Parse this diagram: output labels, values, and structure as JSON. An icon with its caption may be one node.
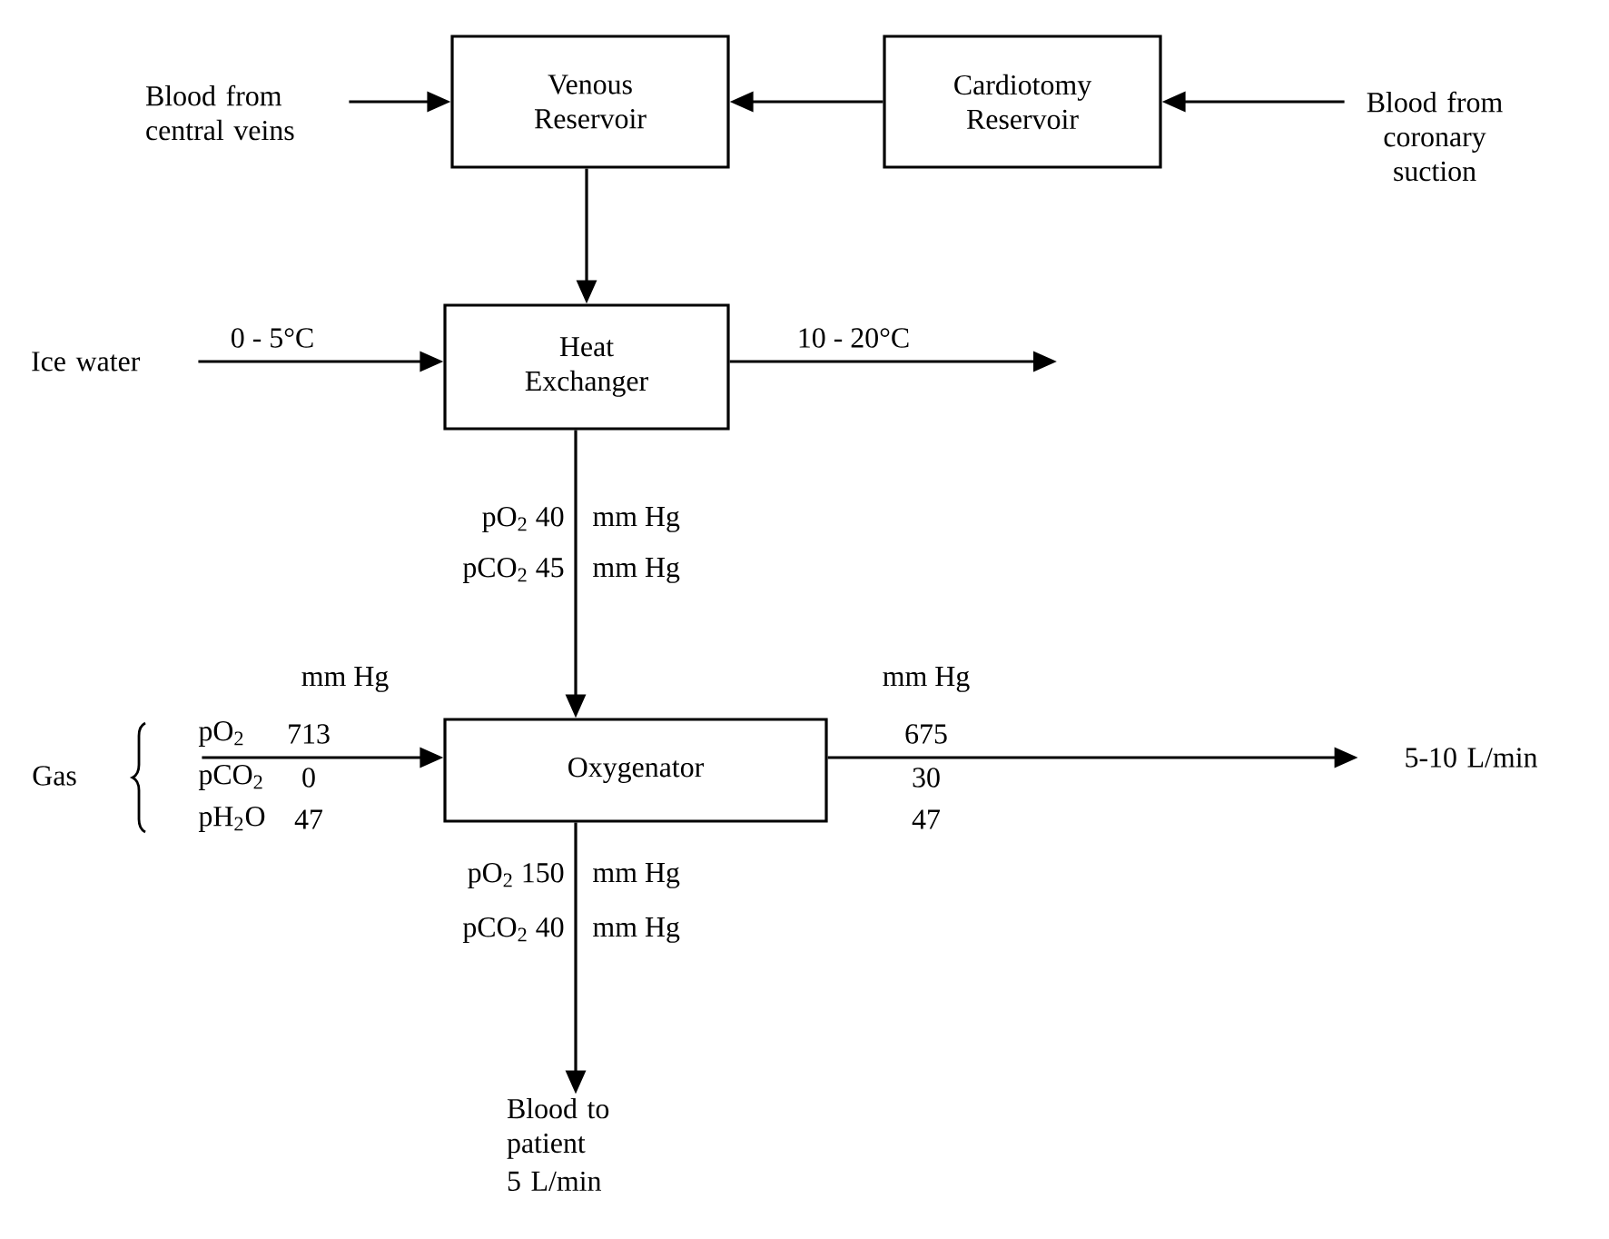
{
  "diagram": {
    "nodes": [
      {
        "text": [
          "Blood from central veins"
        ]
      },
      {
        "text": [
          "Venous Reservoir"
        ]
      },
      {
        "text": [
          "Cardiotomy Reservoir"
        ]
      },
      {
        "text": [
          "Blood from coronary suction"
        ]
      },
      {
        "text": [
          "Heat Exchanger"
        ]
      },
      {
        "text": [
          "Ice water"
        ]
      },
      {
        "text": [
          "Oxygenator"
        ]
      },
      {
        "text": [
          "Gas"
        ]
      },
      {
        "text": [
          "5-10 L/min"
        ]
      },
      {
        "text": [
          "Blood to patient",
          "5 L/min"
        ]
      }
    ],
    "edges": [
      {
        "from": 0,
        "to": 1,
        "arrow": "to"
      },
      {
        "from": 2,
        "to": 1,
        "arrow": "to"
      },
      {
        "from": 3,
        "to": 2,
        "arrow": "to"
      },
      {
        "from": 1,
        "to": 4,
        "arrow": "to"
      },
      {
        "from": 5,
        "to": 4,
        "arrow": "to",
        "label": "0 - 5°C"
      },
      {
        "from": 4,
        "to": null,
        "arrow": "to",
        "label": "10 - 20°C"
      },
      {
        "from": 4,
        "to": 6,
        "arrow": "to"
      },
      {
        "from": 7,
        "to": 6,
        "arrow": "to"
      },
      {
        "from": 6,
        "to": 8,
        "arrow": "to"
      },
      {
        "from": 6,
        "to": 9,
        "arrow": "to"
      }
    ],
    "labels": [
      "pO$_{2}$ 40",
      "mm Hg",
      "pCO$_{2}$ 45",
      "mm Hg",
      "mm Hg",
      "mm Hg",
      "pO$_{2}$",
      "713",
      "675",
      "pCO$_{2}$",
      "0",
      "30",
      "pH$_{2}$O",
      "47",
      "47",
      "pO$_{2}$ 150",
      "mm Hg",
      "pCO$_{2}$ 40",
      "mm Hg"
    ]
  }
}
